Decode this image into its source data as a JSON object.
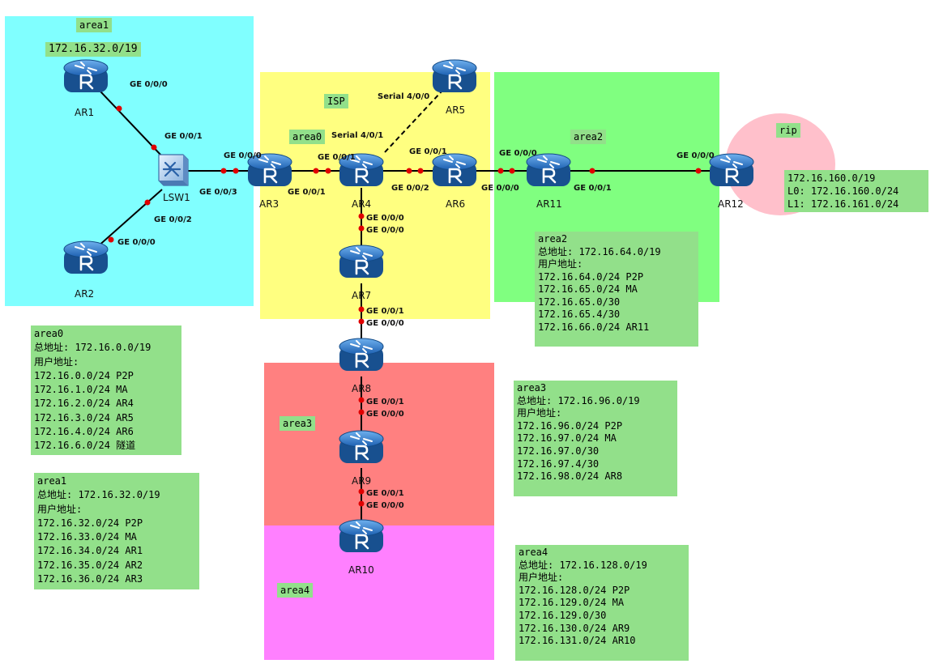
{
  "zones": {
    "area1": "area1",
    "area0": "area0",
    "isp": "ISP",
    "area2": "area2",
    "area3": "area3",
    "area4": "area4",
    "rip": "rip",
    "area1_network": "172.16.32.0/19"
  },
  "colors": {
    "area1": "#80ffff",
    "isp": "#ffff80",
    "area2": "#80ff80",
    "area3": "#ff8080",
    "area4": "#ff80ff",
    "rip": "#ffc0cb",
    "note": "#92e08a",
    "port": "#e00000"
  },
  "devices": {
    "AR1": "AR1",
    "AR2": "AR2",
    "LSW1": "LSW1",
    "AR3": "AR3",
    "AR4": "AR4",
    "AR5": "AR5",
    "AR6": "AR6",
    "AR7": "AR7",
    "AR8": "AR8",
    "AR9": "AR9",
    "AR10": "AR10",
    "AR11": "AR11",
    "AR12": "AR12"
  },
  "ports": {
    "ar1_ge000": "GE 0/0/0",
    "lsw_ge001": "GE 0/0/1",
    "lsw_ge003": "GE 0/0/3",
    "lsw_ge002": "GE 0/0/2",
    "ar2_ge000": "GE 0/0/0",
    "ar3_ge000": "GE 0/0/0",
    "ar3_ge001": "GE 0/0/1",
    "ar4_ge001": "GE 0/0/1",
    "ar4_s401": "Serial 4/0/1",
    "ar5_s400": "Serial 4/0/0",
    "ar4_ge002": "GE 0/0/2",
    "ar6_ge001": "GE 0/0/1",
    "ar6_ge000": "GE 0/0/0",
    "ar11_ge000": "GE 0/0/0",
    "ar11_ge001": "GE 0/0/1",
    "ar12_ge000": "GE 0/0/0",
    "ar4_ge000": "GE 0/0/0",
    "ar7_ge000": "GE 0/0/0",
    "ar7_ge001": "GE 0/0/1",
    "ar8_ge000a": "GE 0/0/0",
    "ar8_ge001": "GE 0/0/1",
    "ar9_ge000": "GE 0/0/0",
    "ar9_ge001": "GE 0/0/1",
    "ar10_ge000": "GE 0/0/0"
  },
  "notes": {
    "rip": [
      "172.16.160.0/19",
      "L0: 172.16.160.0/24",
      "L1: 172.16.161.0/24"
    ],
    "area0": [
      "area0",
      "总地址: 172.16.0.0/19",
      "用户地址:",
      "172.16.0.0/24 P2P",
      "172.16.1.0/24 MA",
      "172.16.2.0/24 AR4",
      "172.16.3.0/24 AR5",
      "172.16.4.0/24 AR6",
      "172.16.6.0/24 隧道"
    ],
    "area1": [
      "area1",
      "总地址: 172.16.32.0/19",
      "用户地址:",
      "172.16.32.0/24 P2P",
      "172.16.33.0/24 MA",
      "172.16.34.0/24 AR1",
      "172.16.35.0/24 AR2",
      "172.16.36.0/24 AR3"
    ],
    "area2": [
      "area2",
      "总地址: 172.16.64.0/19",
      "用户地址:",
      "172.16.64.0/24 P2P",
      "172.16.65.0/24 MA",
      "172.16.65.0/30",
      "172.16.65.4/30",
      "172.16.66.0/24 AR11"
    ],
    "area3": [
      "area3",
      "总地址: 172.16.96.0/19",
      "用户地址:",
      "172.16.96.0/24 P2P",
      "172.16.97.0/24 MA",
      "172.16.97.0/30",
      "172.16.97.4/30",
      "172.16.98.0/24 AR8"
    ],
    "area4": [
      "area4",
      "总地址: 172.16.128.0/19",
      "用户地址:",
      "172.16.128.0/24 P2P",
      "172.16.129.0/24 MA",
      "172.16.129.0/30",
      "172.16.130.0/24 AR9",
      "172.16.131.0/24 AR10"
    ]
  }
}
